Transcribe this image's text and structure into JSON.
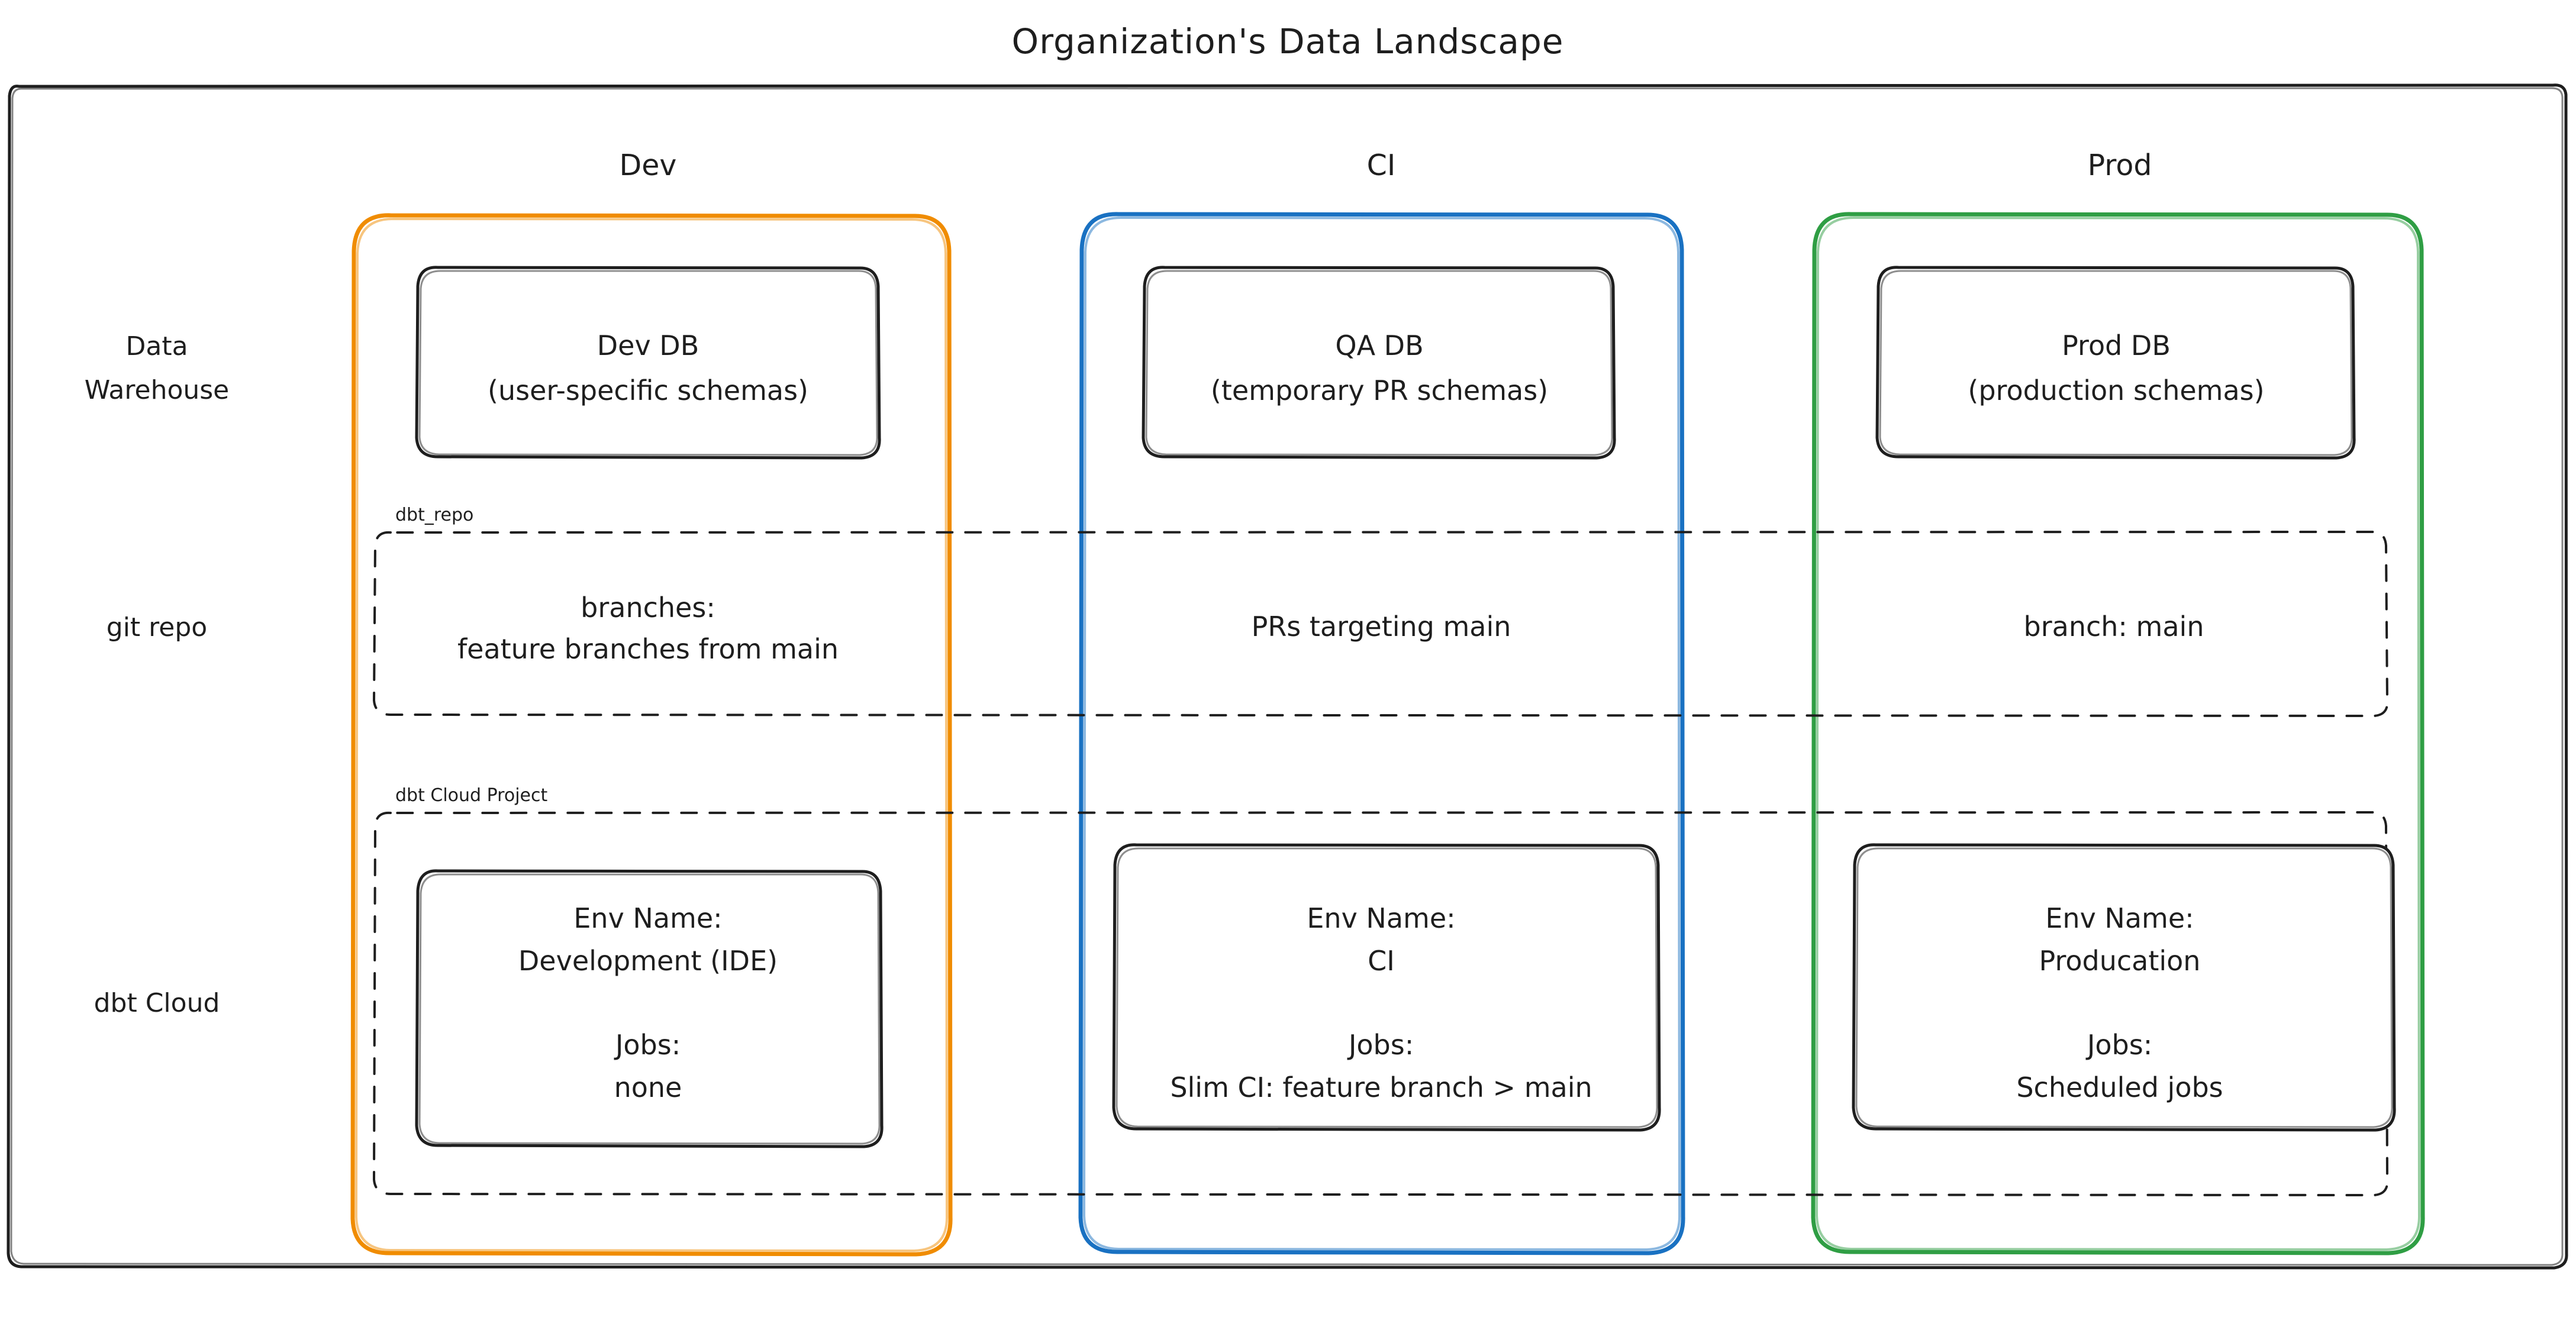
{
  "diagram": {
    "title": "Organization's Data Landscape",
    "type": "swimlane-architecture-diagram",
    "background": "#ffffff",
    "ink_color": "#1e1e1e",
    "lanes": [
      {
        "id": "dev",
        "label": "Dev",
        "color": "#f08c00"
      },
      {
        "id": "ci",
        "label": "CI",
        "color": "#1971c2"
      },
      {
        "id": "prod",
        "label": "Prod",
        "color": "#2f9e44"
      }
    ],
    "row_labels": [
      {
        "id": "data-warehouse",
        "line1": "Data",
        "line2": "Warehouse"
      },
      {
        "id": "git-repo",
        "line1": "git repo",
        "line2": ""
      },
      {
        "id": "dbt-cloud",
        "line1": "dbt Cloud",
        "line2": ""
      }
    ],
    "group_labels": {
      "git_repo_group": "dbt_repo",
      "dbt_cloud_group": "dbt Cloud Project"
    },
    "warehouse_nodes": [
      {
        "lane": "dev",
        "line1": "Dev DB",
        "line2": "(user-specific schemas)"
      },
      {
        "lane": "ci",
        "line1": "QA DB",
        "line2": "(temporary PR schemas)"
      },
      {
        "lane": "prod",
        "line1": "Prod DB",
        "line2": "(production schemas)"
      }
    ],
    "git_nodes": [
      {
        "lane": "dev",
        "line1": "branches:",
        "line2": "feature branches from main"
      },
      {
        "lane": "ci",
        "line1": "PRs targeting main",
        "line2": ""
      },
      {
        "lane": "prod",
        "line1": "branch: main",
        "line2": ""
      }
    ],
    "dbt_cloud_nodes": [
      {
        "lane": "dev",
        "env_label": "Env Name:",
        "env_value": "Development (IDE)",
        "jobs_label": "Jobs:",
        "jobs_value": "none"
      },
      {
        "lane": "ci",
        "env_label": "Env Name:",
        "env_value": "CI",
        "jobs_label": "Jobs:",
        "jobs_value": "Slim CI: feature branch > main"
      },
      {
        "lane": "prod",
        "env_label": "Env Name:",
        "env_value": "Producation",
        "jobs_label": "Jobs:",
        "jobs_value": "Scheduled jobs"
      }
    ]
  }
}
